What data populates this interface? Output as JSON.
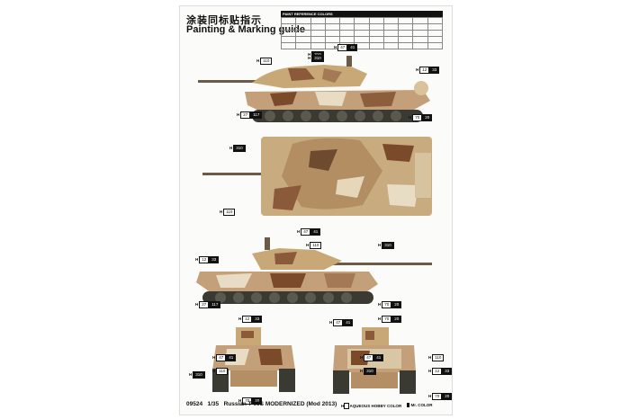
{
  "title_cn": "涂装同标贴指示",
  "title_en": "Painting & Marking guide",
  "ref_table": {
    "header": "PAINT REFERENCE COLORS"
  },
  "chips": [
    {
      "h": "H",
      "a": "110",
      "b": "",
      "id": "c1"
    },
    {
      "h": "H",
      "a": "",
      "b": "310",
      "id": "c2"
    },
    {
      "h": "H",
      "a": "47",
      "b": "41",
      "id": "c3"
    },
    {
      "h": "H",
      "a": "12",
      "b": "33",
      "id": "c4"
    },
    {
      "h": "H",
      "a": "27",
      "b": "117",
      "id": "c5"
    },
    {
      "h": "H",
      "a": "70",
      "b": "20",
      "id": "c6"
    },
    {
      "h": "H",
      "a": "",
      "b": "310",
      "id": "c7"
    },
    {
      "h": "H",
      "a": "",
      "b": "310",
      "id": "c8"
    },
    {
      "h": "H",
      "a": "110",
      "b": "",
      "id": "c9"
    },
    {
      "h": "H",
      "a": "47",
      "b": "41",
      "id": "c10"
    },
    {
      "h": "H",
      "a": "110",
      "b": "",
      "id": "c11"
    },
    {
      "h": "H",
      "a": "",
      "b": "310",
      "id": "c12"
    },
    {
      "h": "H",
      "a": "12",
      "b": "33",
      "id": "c13"
    },
    {
      "h": "H",
      "a": "70",
      "b": "20",
      "id": "c14"
    },
    {
      "h": "H",
      "a": "27",
      "b": "117",
      "id": "c15"
    },
    {
      "h": "H",
      "a": "12",
      "b": "33",
      "id": "c16"
    },
    {
      "h": "H",
      "a": "47",
      "b": "41",
      "id": "c17"
    },
    {
      "h": "H",
      "a": "70",
      "b": "20",
      "id": "c18"
    },
    {
      "h": "H",
      "a": "47",
      "b": "41",
      "id": "c19"
    },
    {
      "h": "H",
      "a": "110",
      "b": "",
      "id": "c20"
    },
    {
      "h": "H",
      "a": "",
      "b": "310",
      "id": "c21"
    },
    {
      "h": "H",
      "a": "",
      "b": "310",
      "id": "c22"
    },
    {
      "h": "H",
      "a": "47",
      "b": "41",
      "id": "c23"
    },
    {
      "h": "H",
      "a": "110",
      "b": "",
      "id": "c24"
    },
    {
      "h": "H",
      "a": "12",
      "b": "33",
      "id": "c25"
    },
    {
      "h": "H",
      "a": "70",
      "b": "20",
      "id": "c26"
    },
    {
      "h": "H",
      "a": "70",
      "b": "20",
      "id": "c27"
    }
  ],
  "footer": {
    "code": "09524",
    "scale": "1/35",
    "name": "Russian T-90S MODERNIZED (Mod 2013)"
  },
  "legend": {
    "aqueous_prefix": "H",
    "aqueous_label": "AQUEOUS HOBBY COLOR",
    "mr_label": "Mr. COLOR"
  }
}
